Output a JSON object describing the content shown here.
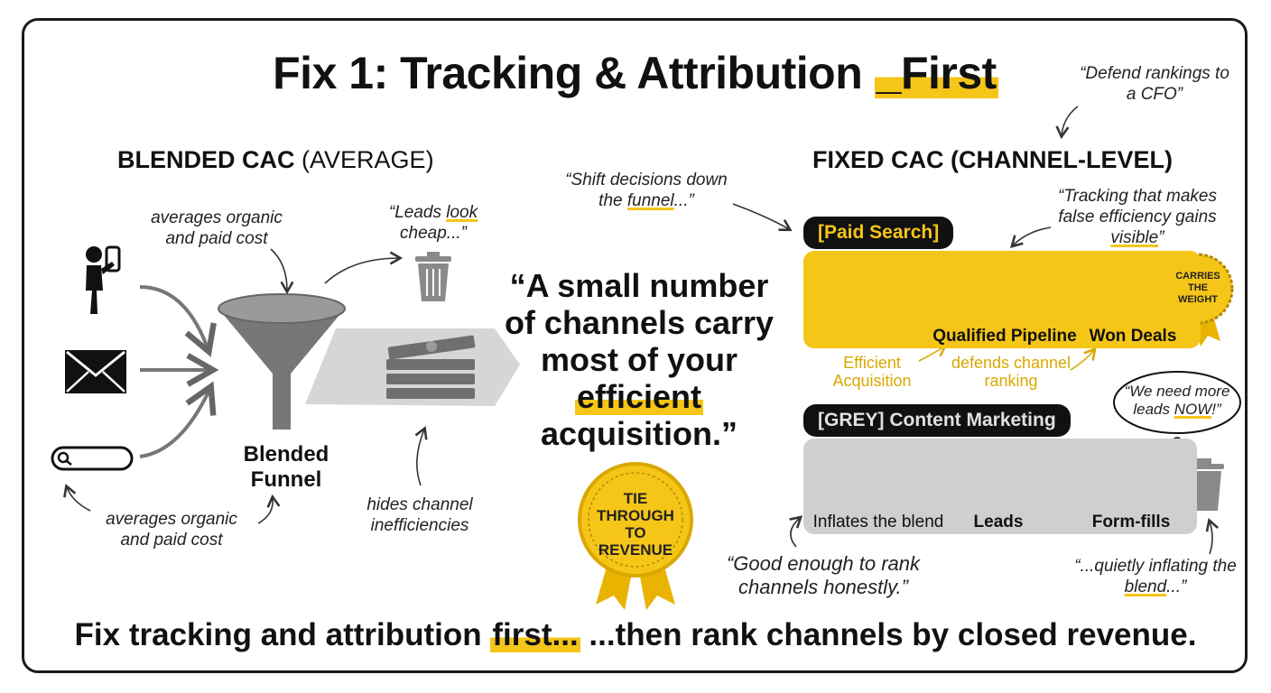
{
  "title": {
    "main": "Fix 1: Tracking & Attribution ",
    "highlight": "_First"
  },
  "left": {
    "heading_bold": "BLENDED CAC",
    "heading_thin": "(AVERAGE)",
    "note_top": "averages organic and paid cost",
    "note_bottom": "averages organic and paid cost",
    "leads_cheap_pre": "“Leads ",
    "leads_cheap_ul": "look",
    "leads_cheap_post": " cheap...”",
    "funnel_label": "Blended Funnel",
    "hides_note": "hides channel inefficiencies",
    "icons": [
      "person-phone-icon",
      "envelope-icon",
      "search-bar-icon",
      "funnel-icon",
      "trash-icon",
      "cash-stack-icon"
    ]
  },
  "center": {
    "quote_pre": "“A small number of channels carry most of your ",
    "quote_hl": "efficient",
    "quote_post": " acquisition.”",
    "badge": "TIE THROUGH TO REVENUE"
  },
  "right": {
    "heading": "FIXED CAC (CHANNEL-LEVEL)",
    "cfo_note": "“Defend rankings to a CFO”",
    "shift_pre": "“Shift decisions down the ",
    "shift_ul": "funnel",
    "shift_post": "...”",
    "tracking_pre": "“Tracking that makes false efficiency gains ",
    "tracking_ul": "visible",
    "tracking_post": "”",
    "paid": {
      "pill": "[Paid Search]",
      "steps": [
        "Qualified Pipeline",
        "Won Deals"
      ],
      "badge": "CARRIES THE WEIGHT",
      "label_efficient": "Efficient Acquisition",
      "label_defends": "defends channel ranking"
    },
    "grey": {
      "pill": "[GREY] Content Marketing",
      "steps": [
        "Inflates the blend",
        "Leads",
        "Form-fills"
      ],
      "bubble_pre": "“We need more leads ",
      "bubble_ul": "NOW",
      "bubble_post": "!”"
    },
    "good_enough": "“Good enough to rank channels honestly.”",
    "quietly_pre": "“...quietly inflating the ",
    "quietly_ul": "blend",
    "quietly_post": "...”"
  },
  "bottom": {
    "pre": "Fix tracking and attribution ",
    "hl": "first...",
    "post": " ...then rank channels by closed revenue."
  },
  "colors": {
    "accent": "#f5c518",
    "dark": "#111111",
    "grey": "#cfcfcf"
  }
}
